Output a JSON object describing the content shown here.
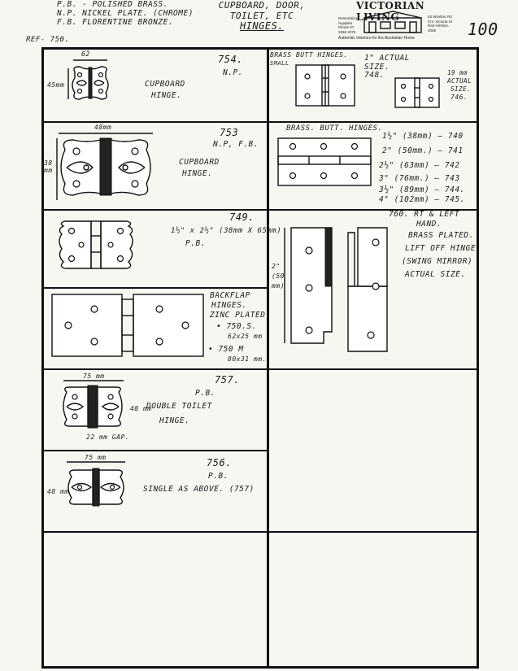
{
  "legend": {
    "pb": "P.B. - POLISHED BRASS.",
    "np": "N.P.   NICKEL PLATE. (CHROME)",
    "fb": "F.B.   FLORENTINE BRONZE."
  },
  "ref": "REF- 750.",
  "title": {
    "line1": "CUPBOARD, DOOR,",
    "line2": "TOILET, ETC",
    "line3": "HINGES."
  },
  "logo": {
    "brand": "VICTORIAN LIVING",
    "left_text": "Restoration Supplies Phone 07 3396 3379",
    "right_text": "53 Windsor Rd Cnr. Victoria St Red Hill Bris. 4059",
    "tagline": "Authentic Interiors for the Australian Home"
  },
  "page_number": "100",
  "items": {
    "i754": {
      "code": "754.",
      "finish": "N.P.",
      "l1": "CUPBOARD",
      "l2": "HINGE.",
      "w": "62",
      "h": "45mm"
    },
    "butt_small": {
      "title": "BRASS BUTT HINGES.",
      "small": "SMALL",
      "a1": "1\" ACTUAL",
      "a2": "SIZE.",
      "a3": "748.",
      "b0": "19 mm",
      "b1": "ACTUAL",
      "b2": "SIZE.",
      "b3": "746."
    },
    "i753": {
      "code": "753",
      "finish": "N.P, F.B.",
      "l1": "CUPBOARD",
      "l2": "HINGE.",
      "w": "48mm",
      "h": "38 mm"
    },
    "butt_sizes": {
      "title": "BRASS. BUTT. HINGES.",
      "rows": [
        {
          "size": "1½\" (38mm) —",
          "code": "740"
        },
        {
          "size": "2\" (50mm.) —",
          "code": "741"
        },
        {
          "size": "2½\" (63mm) —",
          "code": "742"
        },
        {
          "size": "3\" (76mm.) —",
          "code": "743"
        },
        {
          "size": "3½\" (89mm) —",
          "code": "744."
        },
        {
          "size": "4\" (102mm) —",
          "code": "745."
        }
      ]
    },
    "i749": {
      "code": "749.",
      "size": "1½\" x 2½\" (38mm X 65mm)",
      "finish": "P.B."
    },
    "i760": {
      "l1": "760. RT & LEFT",
      "l2": "HAND.",
      "l3": "BRASS PLATED.",
      "l4": "LIFT OFF HINGE",
      "l5": "(SWING MIRROR)",
      "l6": "ACTUAL SIZE.",
      "dim": "2\" (50 mm)"
    },
    "backflap": {
      "l1": "BACKFLAP",
      "l2": "HINGES.",
      "l3": "ZINC PLATED.",
      "l4": "• 750.S.",
      "l5": "62x25 mm",
      "l6": "• 750 M",
      "l7": "80x31 mm."
    },
    "i757": {
      "code": "757.",
      "finish": "P.B.",
      "l1": "DOUBLE TOILET",
      "l2": "HINGE.",
      "w": "75 mm",
      "h": "48 mm",
      "gap": "22 mm GAP."
    },
    "i756": {
      "code": "756.",
      "finish": "P.B.",
      "l1": "SINGLE AS ABOVE. (757)",
      "w": "75 mm",
      "h": "48 mm"
    }
  }
}
